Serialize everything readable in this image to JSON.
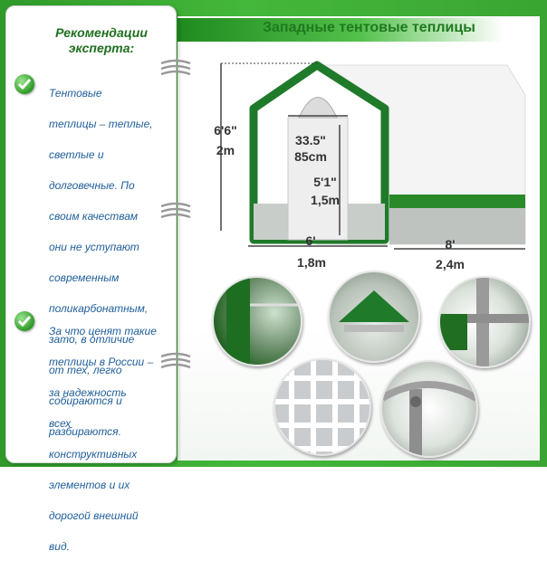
{
  "header": {
    "title": "Западные тентовые теплицы"
  },
  "sidebar": {
    "title_line1": "Рекомендации",
    "title_line2": "эксперта:",
    "tip1": [
      "Тентовые",
      "теплицы – теплые,",
      "светлые и",
      "долговечные. По",
      "своим качествам",
      "они не уступают",
      "современным",
      "поликарбонатным,",
      "зато, в отличие",
      "от тех, легко",
      "собираются и",
      "разбираются."
    ],
    "tip2": [
      "За что ценят такие",
      "теплицы в России –",
      "за      надежность",
      "всех",
      "конструктивных",
      "элементов и их",
      "дорогой внешний",
      "вид."
    ]
  },
  "dimensions": {
    "height_ft": "6'6\"",
    "height_m": "2m",
    "door_width_in": "33.5\"",
    "door_width_cm": "85cm",
    "door_height_ft": "5'1\"",
    "door_height_m": "1,5m",
    "width_ft": "6'",
    "width_m": "1,8m",
    "length_ft": "8'",
    "length_m": "2,4m"
  },
  "colors": {
    "accent": "#2f9a2a",
    "frame": "#1f7a2a",
    "text_blue": "#1f5e9a"
  }
}
